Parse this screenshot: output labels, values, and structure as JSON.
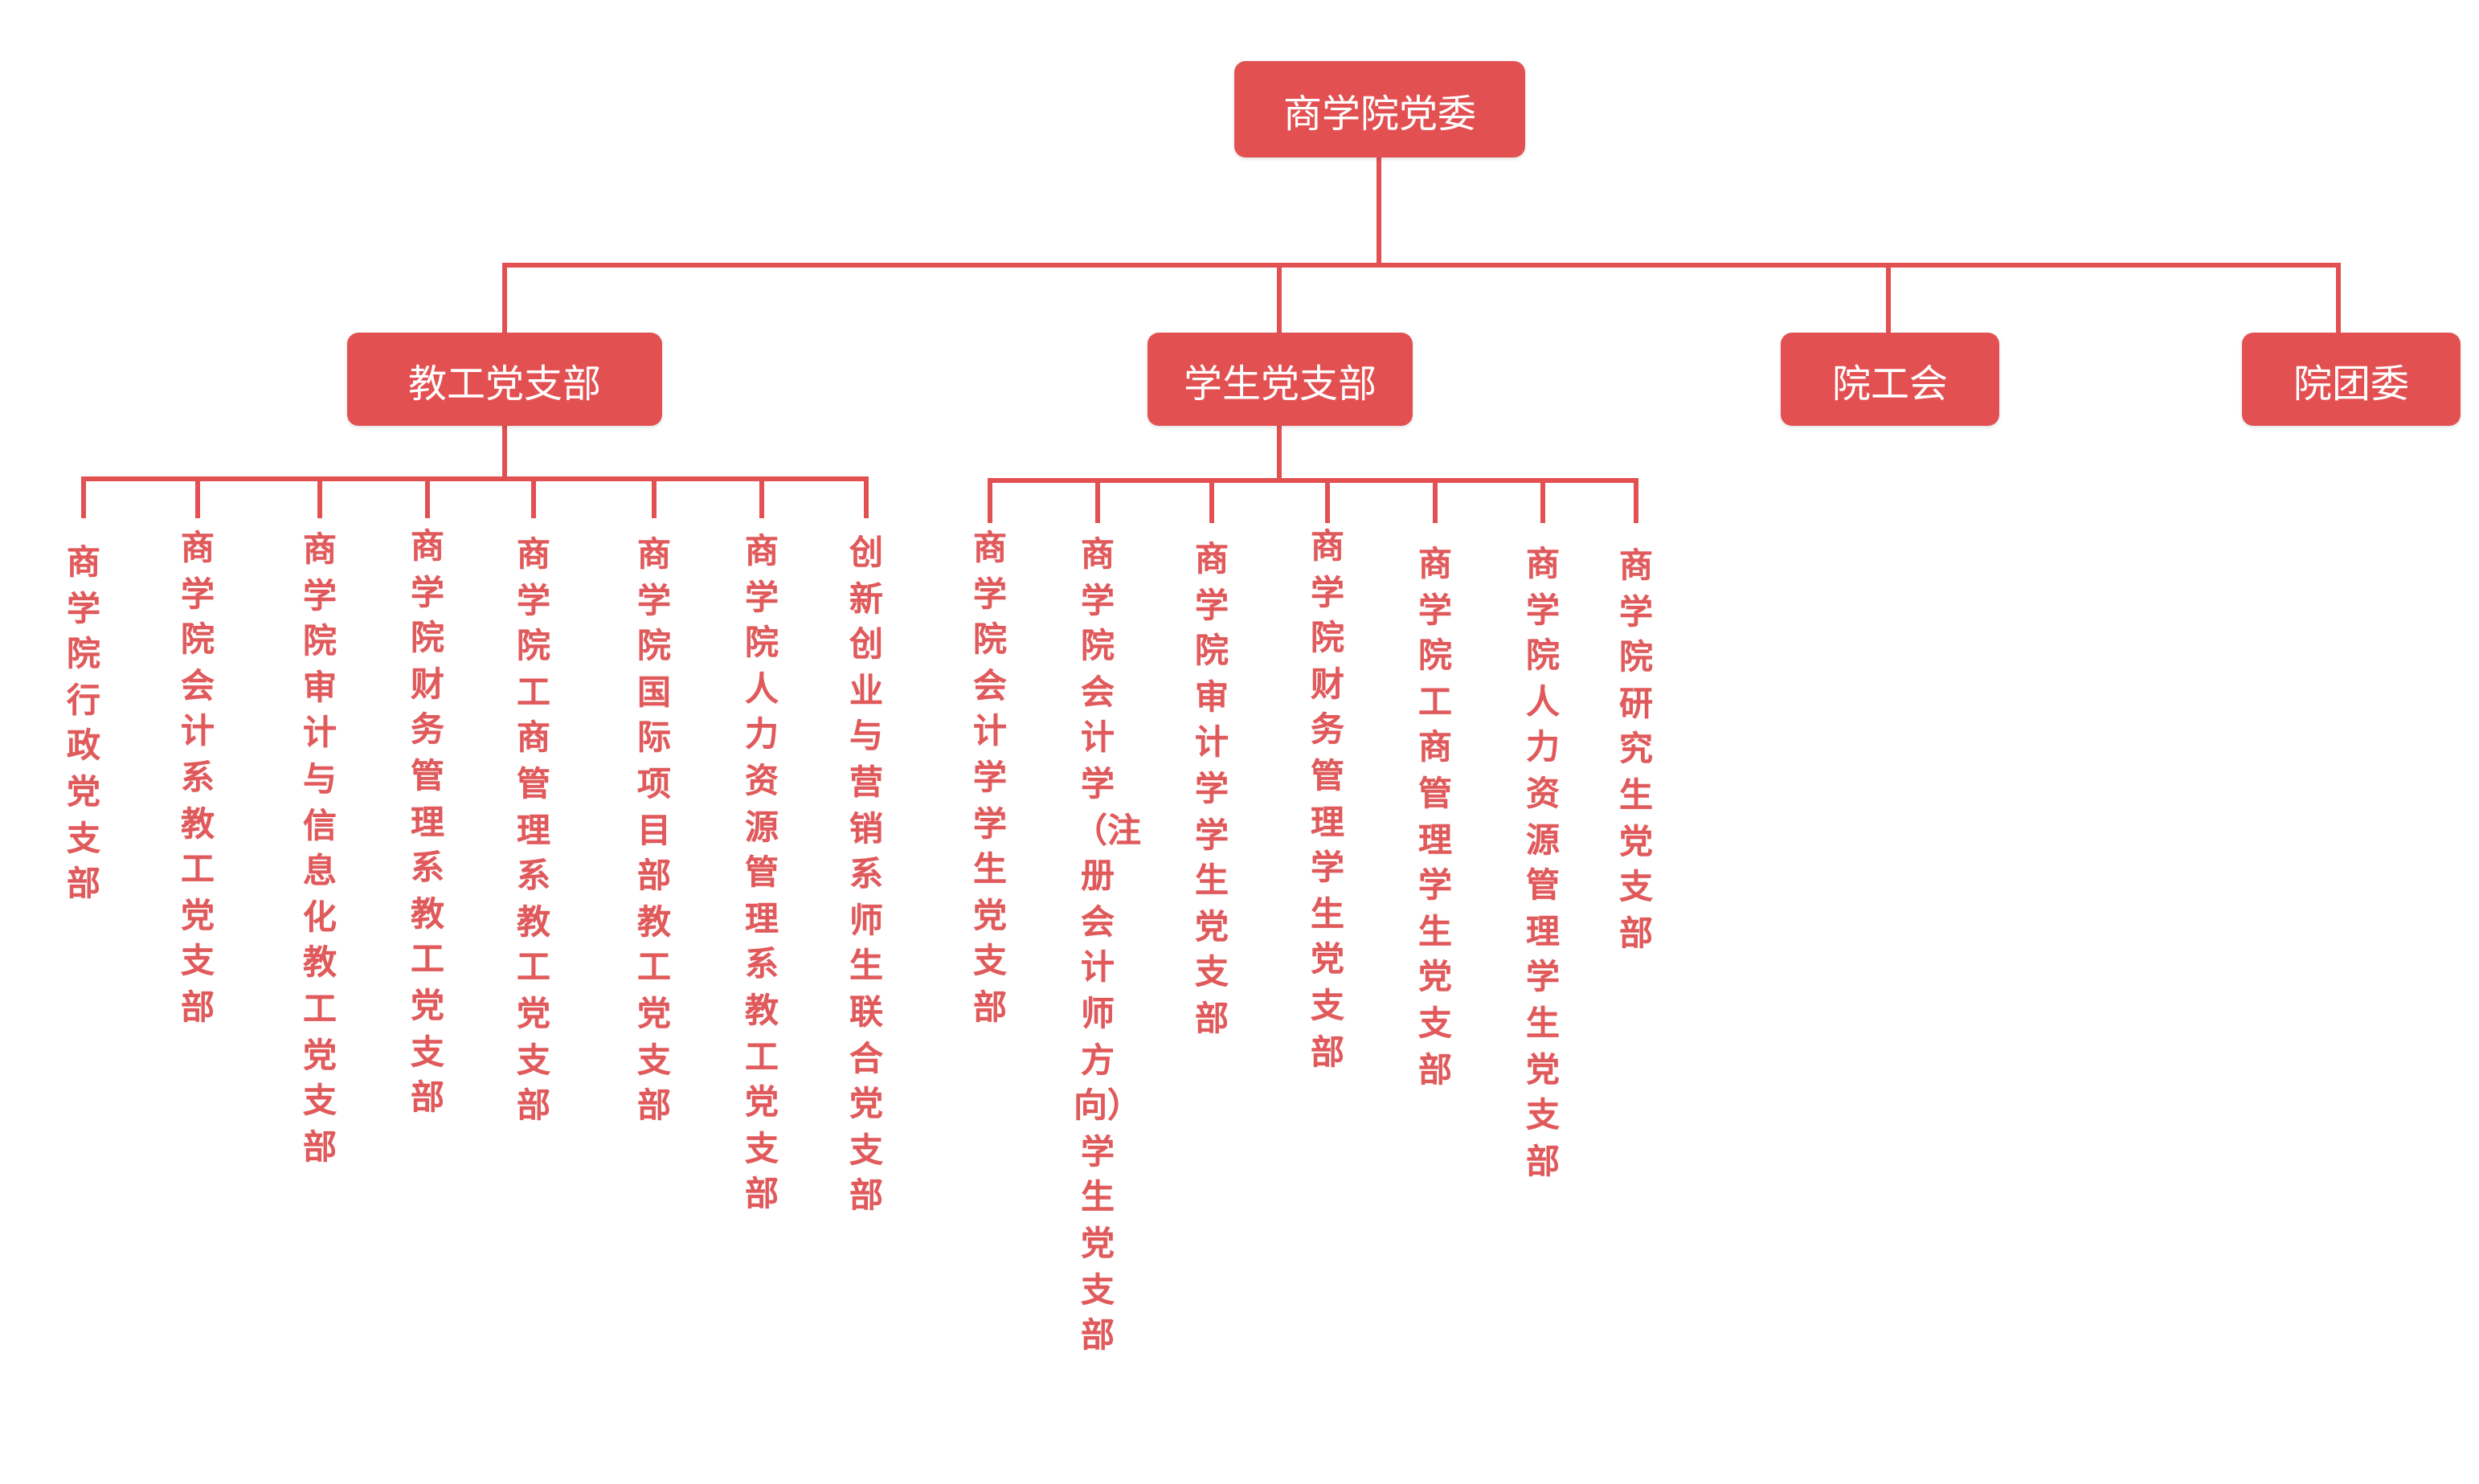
{
  "root": {
    "label": "商学院党委"
  },
  "level1": [
    {
      "label": "教工党支部"
    },
    {
      "label": "学生党支部"
    },
    {
      "label": "院工会"
    },
    {
      "label": "院团委"
    }
  ],
  "faculty_branches": [
    "商学院行政党支部",
    "商学院会计系教工党支部",
    "商学院审计与信息化教工党支部",
    "商学院财务管理系教工党支部",
    "商学院工商管理系教工党支部",
    "商学院国际项目部教工党支部",
    "商学院人力资源管理系教工党支部",
    "创新创业与营销系师生联合党支部"
  ],
  "student_branches": [
    "商学院会计学学生党支部",
    "商学院会计学（注册会计师方向）学生党支部",
    "商学院审计学学生党支部",
    "商学院财务管理学生党支部",
    "商学院工商管理学生党支部",
    "商学院人力资源管理学生党支部",
    "商学院研究生党支部"
  ],
  "colors": {
    "node_fill": "#e35052",
    "node_text": "#ffffff",
    "line": "#e35052",
    "leaf_text": "#e05a5c"
  }
}
